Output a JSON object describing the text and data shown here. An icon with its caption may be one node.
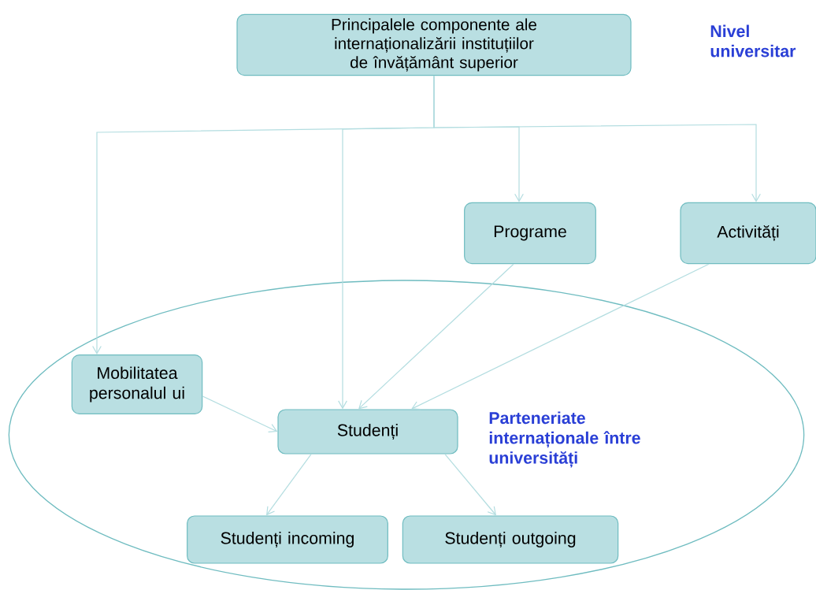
{
  "diagram": {
    "nodes": [
      {
        "text": [
          "Principalele componente ale internaționalizării instituțiilor de învățământ superior"
        ]
      },
      {
        "text": [
          "Programe"
        ]
      },
      {
        "text": [
          "Activități"
        ]
      },
      {
        "text": [
          "Parteneriate internaționale între universități"
        ]
      },
      {
        "text": [
          "Mobilitatea personalul ui"
        ],
        "in": 3
      },
      {
        "text": [
          "Studenți"
        ],
        "in": 3
      },
      {
        "text": [
          "Studenți incoming"
        ],
        "in": 3
      },
      {
        "text": [
          "Studenți outgoing"
        ],
        "in": 3
      }
    ],
    "edges": [
      {
        "from": 0,
        "to": 4,
        "arrow": "to"
      },
      {
        "from": 0,
        "to": 5,
        "arrow": "to"
      },
      {
        "from": 0,
        "to": 1,
        "arrow": "to"
      },
      {
        "from": 0,
        "to": 2,
        "arrow": "to"
      },
      {
        "from": 1,
        "to": 5,
        "arrow": "to"
      },
      {
        "from": 2,
        "to": 5,
        "arrow": "to"
      },
      {
        "from": 4,
        "to": 5,
        "arrow": "to"
      },
      {
        "from": 5,
        "to": 6,
        "arrow": "to"
      },
      {
        "from": 5,
        "to": 7,
        "arrow": "to"
      }
    ],
    "labels": [
      "Nivel universitar"
    ]
  }
}
